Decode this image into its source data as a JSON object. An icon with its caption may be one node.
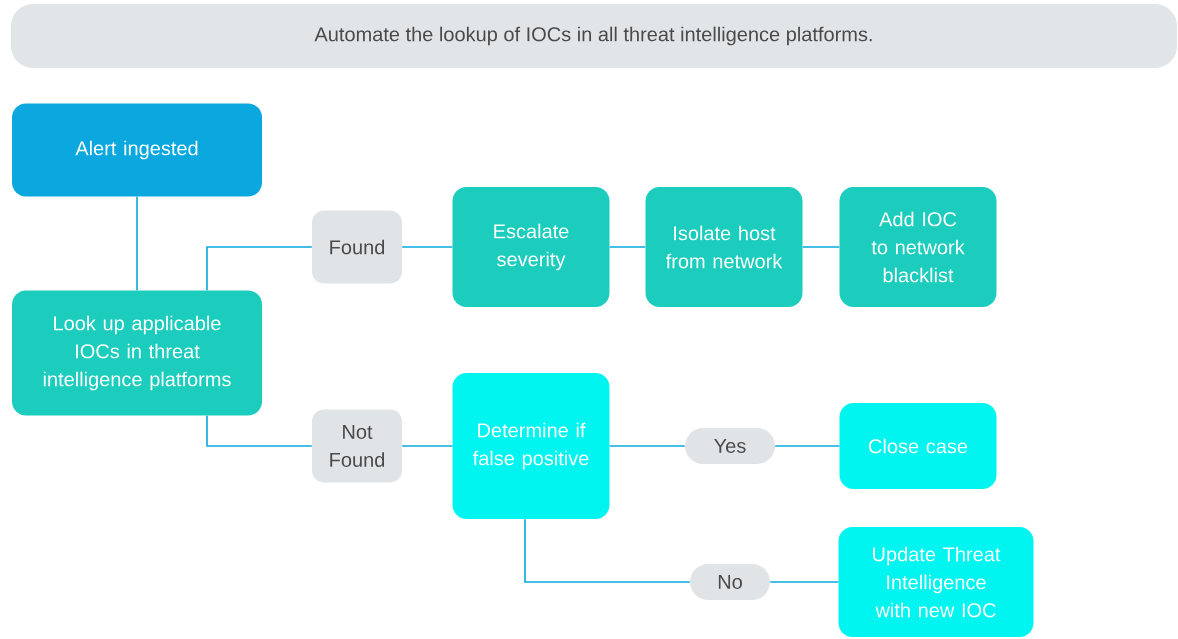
{
  "diagram": {
    "title": "Automate the lookup of IOCs in all threat intelligence platforms.",
    "nodes": [
      {
        "text": [
          "Alert ingested"
        ]
      },
      {
        "text": [
          "Look up applicable IOCs in threat intelligence platforms"
        ]
      },
      {
        "text": [
          "Found"
        ]
      },
      {
        "text": [
          "Escalate severity"
        ]
      },
      {
        "text": [
          "Isolate host from network"
        ]
      },
      {
        "text": [
          "Add IOC to network blacklist"
        ]
      },
      {
        "text": [
          "Not Found"
        ]
      },
      {
        "text": [
          "Determine if false positive"
        ]
      },
      {
        "text": [
          "Yes"
        ]
      },
      {
        "text": [
          "Close case"
        ]
      },
      {
        "text": [
          "No"
        ]
      },
      {
        "text": [
          "Update Threat Intelligence with new IOC"
        ]
      }
    ],
    "edges": [
      {
        "from": 0,
        "to": 1,
        "arrow": "none"
      },
      {
        "from": 1,
        "to": 2,
        "arrow": "none"
      },
      {
        "from": 2,
        "to": 3,
        "arrow": "none"
      },
      {
        "from": 3,
        "to": 4,
        "arrow": "none"
      },
      {
        "from": 4,
        "to": 5,
        "arrow": "none"
      },
      {
        "from": 1,
        "to": 6,
        "arrow": "none"
      },
      {
        "from": 6,
        "to": 7,
        "arrow": "none"
      },
      {
        "from": 7,
        "to": 8,
        "arrow": "none"
      },
      {
        "from": 8,
        "to": 9,
        "arrow": "none"
      },
      {
        "from": 7,
        "to": 10,
        "arrow": "none"
      },
      {
        "from": 10,
        "to": 11,
        "arrow": "none"
      }
    ]
  }
}
